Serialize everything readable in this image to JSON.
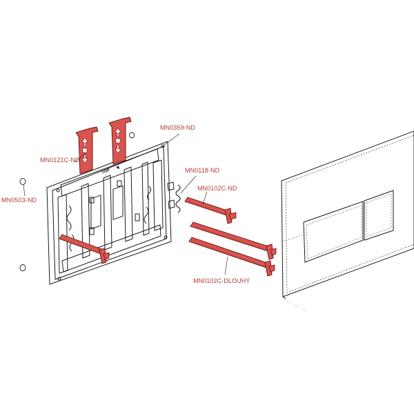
{
  "colors": {
    "part_fill": "#d9534f",
    "part_stroke": "#5a1010",
    "line": "#1a1a1a",
    "label": "#b23a3a"
  },
  "frame": {
    "label": "TOP"
  },
  "callouts": {
    "mn0121c": "MN0121C-ND",
    "mn0359": "MN0359-ND",
    "mn0503": "MN0503-ND",
    "mn0118": "MN0118-ND",
    "mn0102c": "MN0102C-ND",
    "mn0102c_dlouhy": "MN0102C-DLOUHÝ"
  }
}
